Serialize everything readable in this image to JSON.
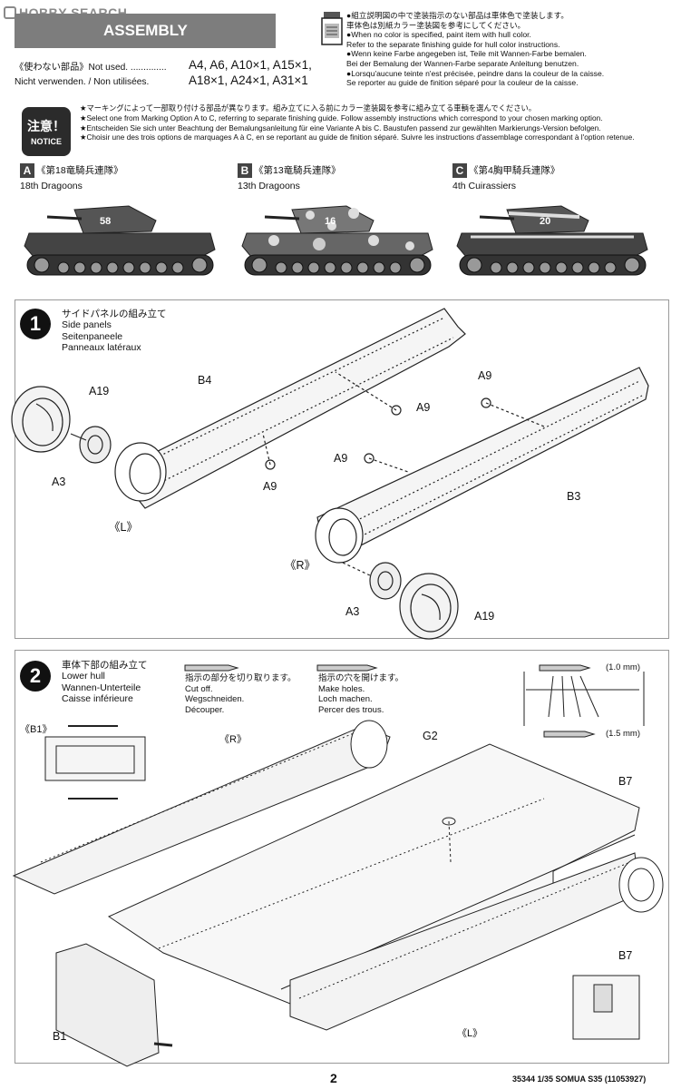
{
  "header": {
    "watermark": "HOBBY SEARCH",
    "title": "ASSEMBLY"
  },
  "paint_notes": [
    "●組立説明図の中で塗装指示のない部品は車体色で塗装します。",
    "車体色は別紙カラー塗装図を参考にしてください。",
    "●When no color is specified, paint item with hull color.",
    "Refer to the separate finishing guide for hull color instructions.",
    "●Wenn keine Farbe angegeben ist, Teile mit Wannen-Farbe bemalen.",
    "Bei der Bemalung der Wannen-Farbe separate Anleitung benutzen.",
    "●Lorsqu'aucune teinte n'est précisée, peindre dans la couleur de la caisse.",
    "Se reporter au guide de finition séparé pour la couleur de la caisse."
  ],
  "not_used": {
    "line1": "《使わない部品》Not used. ..............",
    "line2": "Nicht verwenden. / Non utilisées.",
    "parts_line1": "A4, A6, A10×1, A15×1,",
    "parts_line2": "A18×1, A24×1, A31×1"
  },
  "notice": {
    "badge_jp": "注意！",
    "badge_en": "NOTICE",
    "lines": [
      "★マーキングによって一部取り付ける部品が異なります。組み立てに入る前にカラー塗装図を参考に組み立てる車輌を選んでください。",
      "★Select one from Marking Option A to C, referring to separate finishing guide. Follow assembly instructions which correspond to your chosen marking option.",
      "★Entscheiden Sie sich unter Beachtung der Bemalungsanleitung für eine Variante A bis C. Baustufen passend zur gewählten Markierungs-Version befolgen.",
      "★Choisir une des trois options de marquages A à C, en se reportant au guide de finition séparé. Suivre les instructions d'assemblage correspondant à l'option retenue."
    ]
  },
  "markings": [
    {
      "letter": "A",
      "jp": "《第18竜騎兵連隊》",
      "en": "18th Dragoons",
      "turret_no": "58"
    },
    {
      "letter": "B",
      "jp": "《第13竜騎兵連隊》",
      "en": "13th Dragoons",
      "turret_no": "16"
    },
    {
      "letter": "C",
      "jp": "《第4胸甲騎兵連隊》",
      "en": "4th Cuirassiers",
      "turret_no": "20"
    }
  ],
  "step1": {
    "number": "1",
    "title_jp": "サイドパネルの組み立て",
    "title_en": "Side panels",
    "title_de": "Seitenpaneele",
    "title_fr": "Panneaux latéraux",
    "labels": {
      "a19_left": "A19",
      "a3_left": "A3",
      "b4": "B4",
      "a9_left_low": "A9",
      "a9_mid": "A9",
      "side_l": "《L》",
      "a9_right_top": "A9",
      "a9_right_mid": "A9",
      "b3": "B3",
      "side_r": "《R》",
      "a3_right": "A3",
      "a19_right": "A19"
    }
  },
  "step2": {
    "number": "2",
    "title_jp": "車体下部の組み立て",
    "title_en": "Lower hull",
    "title_de": "Wannen-Unterteile",
    "title_fr": "Caisse inférieure",
    "cut": {
      "jp": "指示の部分を切り取ります。",
      "en": "Cut off.",
      "de": "Wegschneiden.",
      "fr": "Découper."
    },
    "holes": {
      "jp": "指示の穴を開けます。",
      "en": "Make holes.",
      "de": "Loch machen.",
      "fr": "Percer des trous."
    },
    "drill_sizes": [
      "(1.0 mm)",
      "(1.5 mm)"
    ],
    "labels": {
      "b1_inset": "《B1》",
      "side_r": "《R》",
      "g2": "G2",
      "b7": "B7",
      "b7_inset": "B7",
      "b1": "B1",
      "side_l": "《L》"
    }
  },
  "footer": {
    "page": "2",
    "code": "35344  1/35 SOMUA S35 (11053927)"
  }
}
